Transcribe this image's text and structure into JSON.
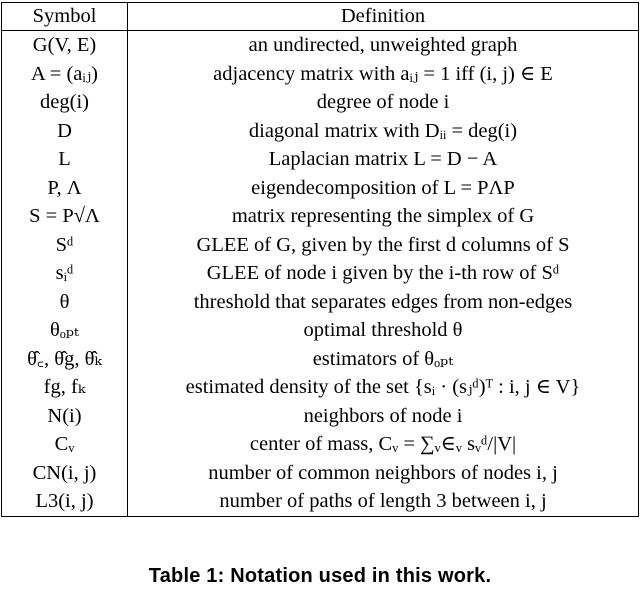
{
  "table": {
    "headers": {
      "symbol": "Symbol",
      "definition": "Definition"
    },
    "rows": [
      {
        "symbol": "G(V, E)",
        "definition": "an undirected, unweighted graph"
      },
      {
        "symbol": "A = (aᵢⱼ)",
        "definition": "adjacency matrix with aᵢⱼ = 1 iff (i, j) ∈ E"
      },
      {
        "symbol": "deg(i)",
        "definition": "degree of node i"
      },
      {
        "symbol": "D",
        "definition": "diagonal matrix with Dᵢᵢ = deg(i)"
      },
      {
        "symbol": "L",
        "definition": "Laplacian matrix L = D − A"
      },
      {
        "symbol": "P, Λ",
        "definition": "eigendecomposition of L = PΛP"
      },
      {
        "symbol": "S = P√Λ",
        "definition": "matrix representing the simplex of G"
      },
      {
        "symbol": "Sᵈ",
        "definition": "GLEE of G, given by the first d columns of S"
      },
      {
        "symbol": "sᵢᵈ",
        "definition": "GLEE of node i given by the i-th row of Sᵈ"
      },
      {
        "symbol": "θ",
        "definition": "threshold that separates edges from non-edges"
      },
      {
        "symbol": "θₒₚₜ",
        "definition": "optimal threshold θ"
      },
      {
        "symbol": "θ̂꜀, θ̂g, θ̂ₖ",
        "definition": "estimators of θₒₚₜ"
      },
      {
        "symbol": "fg, fₖ",
        "definition": "estimated density of the set {sᵢ · (sⱼᵈ)ᵀ : i, j ∈ V}"
      },
      {
        "symbol": "N(i)",
        "definition": "neighbors of node i"
      },
      {
        "symbol": "Cᵥ",
        "definition": "center of mass, Cᵥ = ∑ᵥ∈ᵥ sᵥᵈ/|V|"
      },
      {
        "symbol": "CN(i, j)",
        "definition": "number of common neighbors of nodes i, j"
      },
      {
        "symbol": "L3(i, j)",
        "definition": "number of paths of length 3 between i, j"
      }
    ]
  },
  "caption": "Table 1: Notation used in this work."
}
